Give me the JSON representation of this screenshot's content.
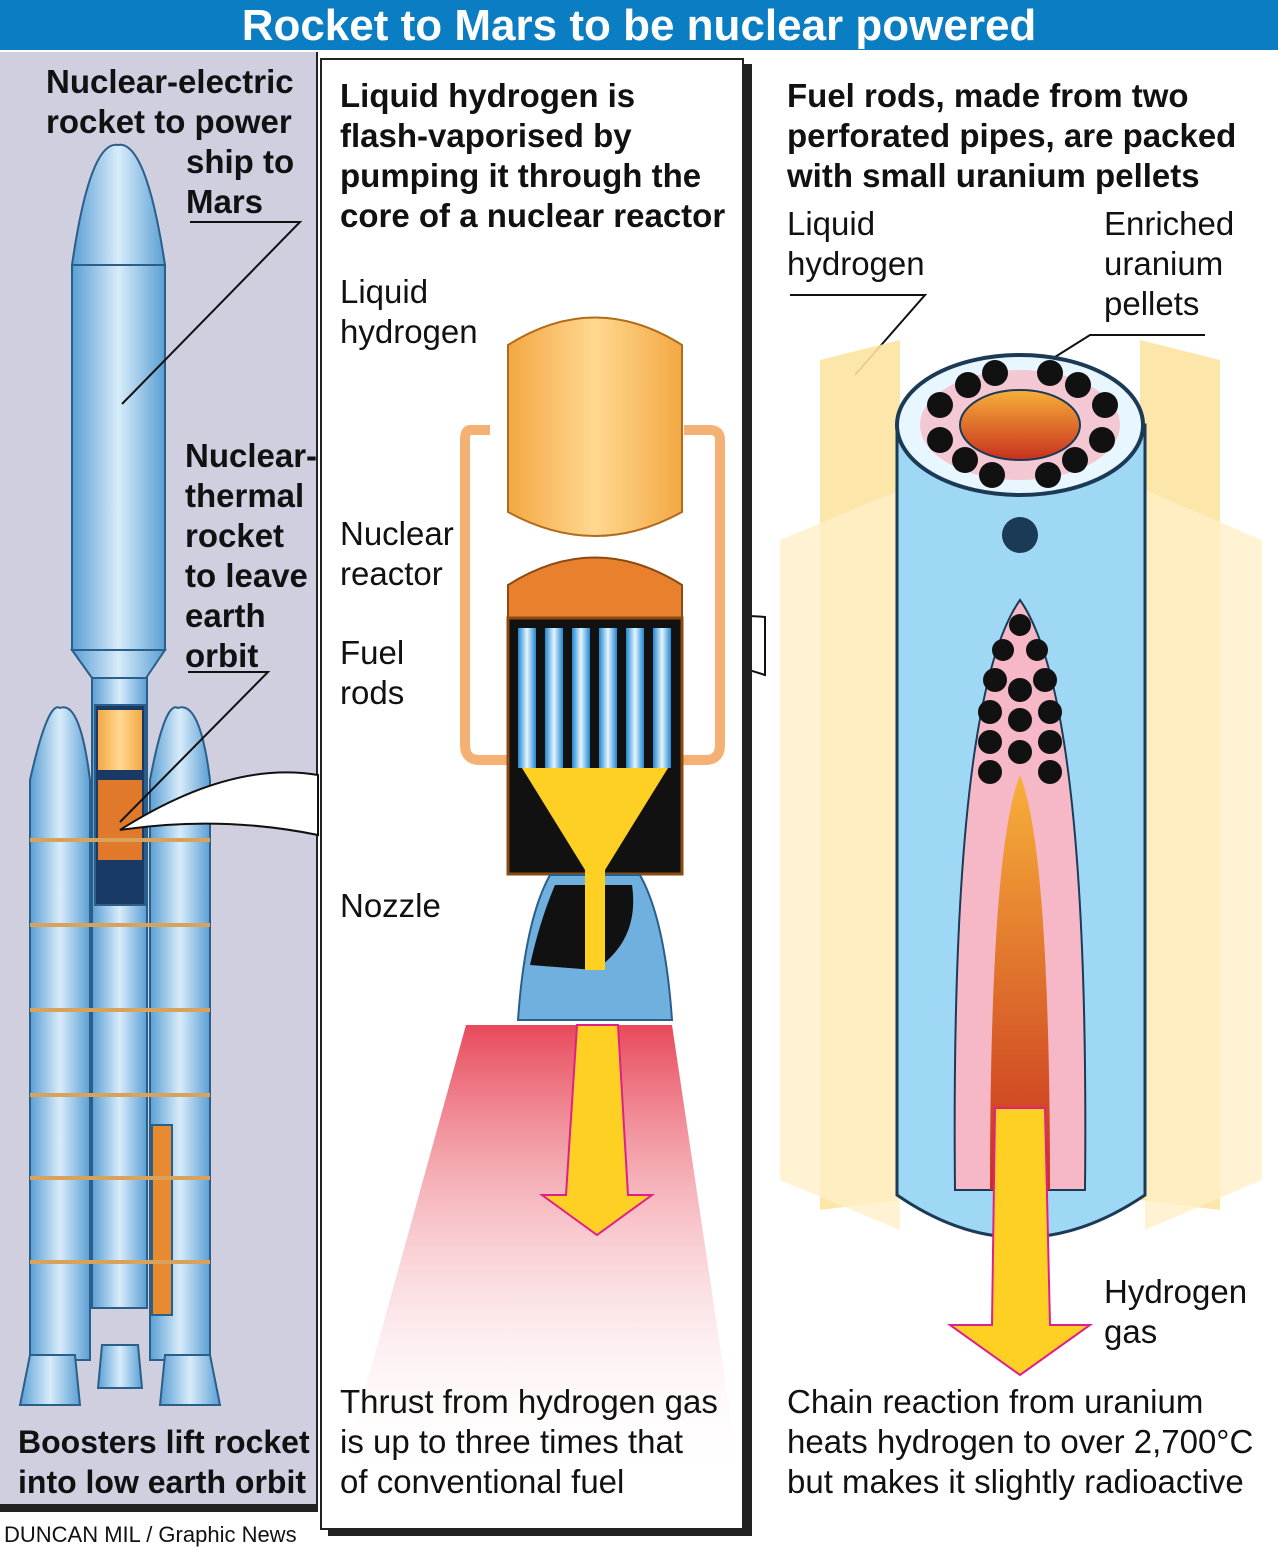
{
  "title": "Rocket to Mars to be nuclear powered",
  "left": {
    "label_electric": "Nuclear-electric rocket to power ship to Mars",
    "label_electric_lines": [
      "Nuclear-electric",
      "rocket to power",
      "ship to",
      "Mars"
    ],
    "label_thermal_lines": [
      "Nuclear-",
      "thermal",
      "rocket",
      "to leave",
      "earth",
      "orbit"
    ],
    "caption_lines": [
      "Boosters lift rocket",
      "into low earth orbit"
    ]
  },
  "middle": {
    "heading_lines": [
      "Liquid hydrogen is",
      "flash-vaporised by",
      "pumping it through the",
      "core of a nuclear reactor"
    ],
    "label_hydrogen_lines": [
      "Liquid",
      "hydrogen"
    ],
    "label_reactor_lines": [
      "Nuclear",
      "reactor"
    ],
    "label_rods_lines": [
      "Fuel",
      "rods"
    ],
    "label_nozzle": "Nozzle",
    "caption_lines": [
      "Thrust from hydrogen gas",
      "is up to three times that",
      "of conventional fuel"
    ]
  },
  "right": {
    "heading_lines": [
      "Fuel rods, made from two",
      "perforated pipes, are packed",
      "with small uranium pellets"
    ],
    "label_hydrogen_lines": [
      "Liquid",
      "hydrogen"
    ],
    "label_pellets_lines": [
      "Enriched",
      "uranium",
      "pellets"
    ],
    "label_gas_lines": [
      "Hydrogen",
      "gas"
    ],
    "caption_lines": [
      "Chain reaction from uranium",
      "heats hydrogen to over 2,700°C",
      "but makes it slightly radioactive"
    ]
  },
  "credit": "DUNCAN MIL / Graphic News",
  "colors": {
    "title_bar": "#0b7dc3",
    "rocket_blue": "#6fb0de",
    "fuel_orange": "#f5b04a",
    "flame_yellow": "#fdd023"
  }
}
